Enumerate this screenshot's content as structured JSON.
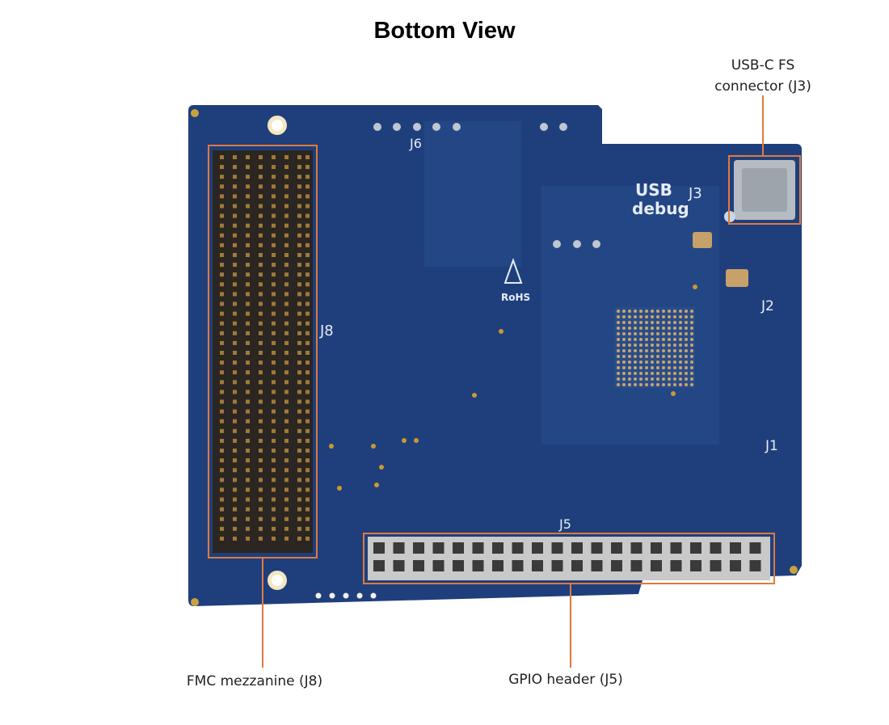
{
  "title": "Bottom View",
  "callouts": {
    "usb_c": {
      "line1": "USB-C FS",
      "line2": "connector (J3)"
    },
    "fmc": "FMC mezzanine (J8)",
    "gpio": "GPIO header (J5)"
  },
  "board": {
    "silkscreen": {
      "j6": "J6",
      "j8": "J8",
      "j3": "J3",
      "usb": "USB",
      "debug": "debug",
      "j5": "J5",
      "j2": "J2",
      "j1": "J1",
      "rohs": "RoHS"
    }
  },
  "colors": {
    "board": "#1f3f7c",
    "callout": "#e07a3c",
    "header_housing": "#c9c9c9"
  }
}
